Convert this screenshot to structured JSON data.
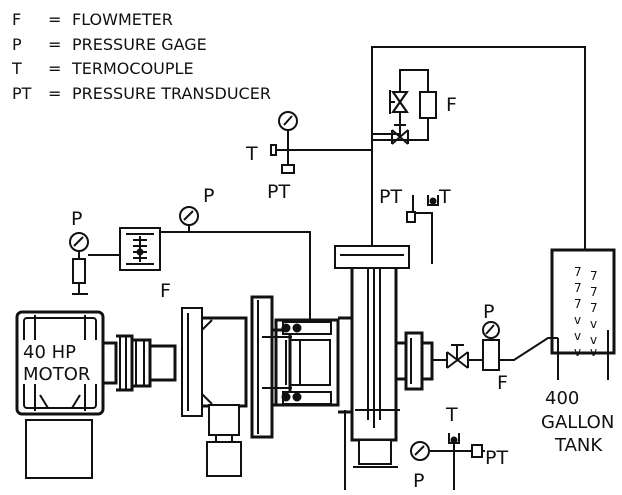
{
  "legend": [
    {
      "abbr": "F",
      "eq": "=",
      "desc": "FLOWMETER"
    },
    {
      "abbr": "P",
      "eq": "=",
      "desc": "PRESSURE GAGE"
    },
    {
      "abbr": "T",
      "eq": "=",
      "desc": "TERMOCOUPLE"
    },
    {
      "abbr": "PT",
      "eq": "=",
      "desc": "PRESSURE TRANSDUCER"
    }
  ],
  "labels": {
    "t_bypass": "T",
    "pt_bypass": "PT",
    "f_bypass": "F",
    "pt_casing": "PT",
    "t_casing": "T",
    "p_top": "P",
    "p_left": "P",
    "f_left": "F",
    "p_discharge": "P",
    "f_discharge": "F",
    "t_bottom": "T",
    "p_bottom": "P",
    "pt_bottom": "PT"
  },
  "motor": {
    "line1": "40 HP",
    "line2": "MOTOR"
  },
  "tank": {
    "line1": "400",
    "line2": "GALLON",
    "line3": "TANK"
  },
  "tank_marks": [
    "7",
    "7",
    "7",
    "7",
    "7",
    "7",
    "v",
    "v",
    "v",
    "v",
    "v",
    "v"
  ]
}
